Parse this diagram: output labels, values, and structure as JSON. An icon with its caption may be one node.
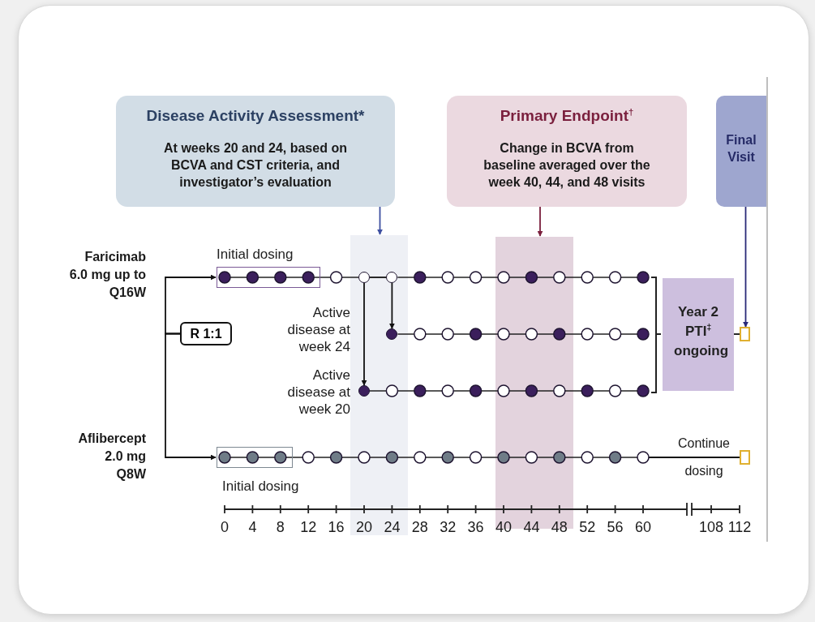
{
  "diagram": {
    "nodes": [
      {
        "text": [
          "Disease Activity Assessment*",
          "At weeks 20 and 24, based on BCVA and CST criteria, and investigator’s evaluation"
        ]
      },
      {
        "text": [
          "Primary Endpoint$^{†}$",
          "Change in BCVA from baseline averaged over the week 40, 44, and 48 visits"
        ]
      },
      {
        "text": [
          "Final Visit"
        ]
      },
      {
        "text": [],
        "shape": "box"
      },
      {
        "text": [],
        "shape": "box"
      },
      {
        "text": [
          "R 1:1"
        ]
      },
      {
        "text": [
          "Initial dosing"
        ]
      },
      {
        "text": [],
        "shape": "circle",
        "in": 3
      },
      {
        "text": [],
        "shape": "circle",
        "in": 3
      },
      {
        "text": [],
        "shape": "circle",
        "in": 3
      },
      {
        "text": [],
        "shape": "circle",
        "in": 3
      },
      {
        "text": [
          "Year 2 PTI$^{‡}$ ongoing"
        ]
      },
      {
        "text": [],
        "shape": "box"
      },
      {
        "text": [
          "Initial dosing"
        ]
      },
      {
        "text": [],
        "shape": "box"
      }
    ],
    "edges": [
      {
        "from": 0,
        "to": 3,
        "arrow": "to",
        "color": "#3d4fa0"
      },
      {
        "from": 1,
        "to": 4,
        "arrow": "to",
        "color": "#7a1f3d"
      },
      {
        "from": 2,
        "to": 12,
        "arrow": "to",
        "color": "#2a2a78"
      },
      {
        "from": 5,
        "to": 6,
        "arrow": "to"
      },
      {
        "from": 5,
        "to": 13,
        "arrow": "to"
      },
      {
        "from": 7,
        "to": 8,
        "arrow": "none"
      },
      {
        "from": 8,
        "to": 9,
        "arrow": "to"
      },
      {
        "from": 7,
        "to": 10,
        "arrow": "to"
      },
      {
        "from": 11,
        "to": 12,
        "arrow": "none"
      },
      {
        "from": null,
        "to": 14,
        "arrow": "none",
        "label": "Continue dosing"
      }
    ],
    "labels": [
      "Faricimab 6.0 mg up to Q16W",
      "Active disease at week 24",
      "Active disease at week 20",
      "Aflibercept 2.0 mg Q8W",
      "0",
      "4",
      "8",
      "12",
      "16",
      "20",
      "24",
      "28",
      "32",
      "36",
      "40",
      "44",
      "48",
      "52",
      "56",
      "60",
      "108",
      "112"
    ]
  }
}
